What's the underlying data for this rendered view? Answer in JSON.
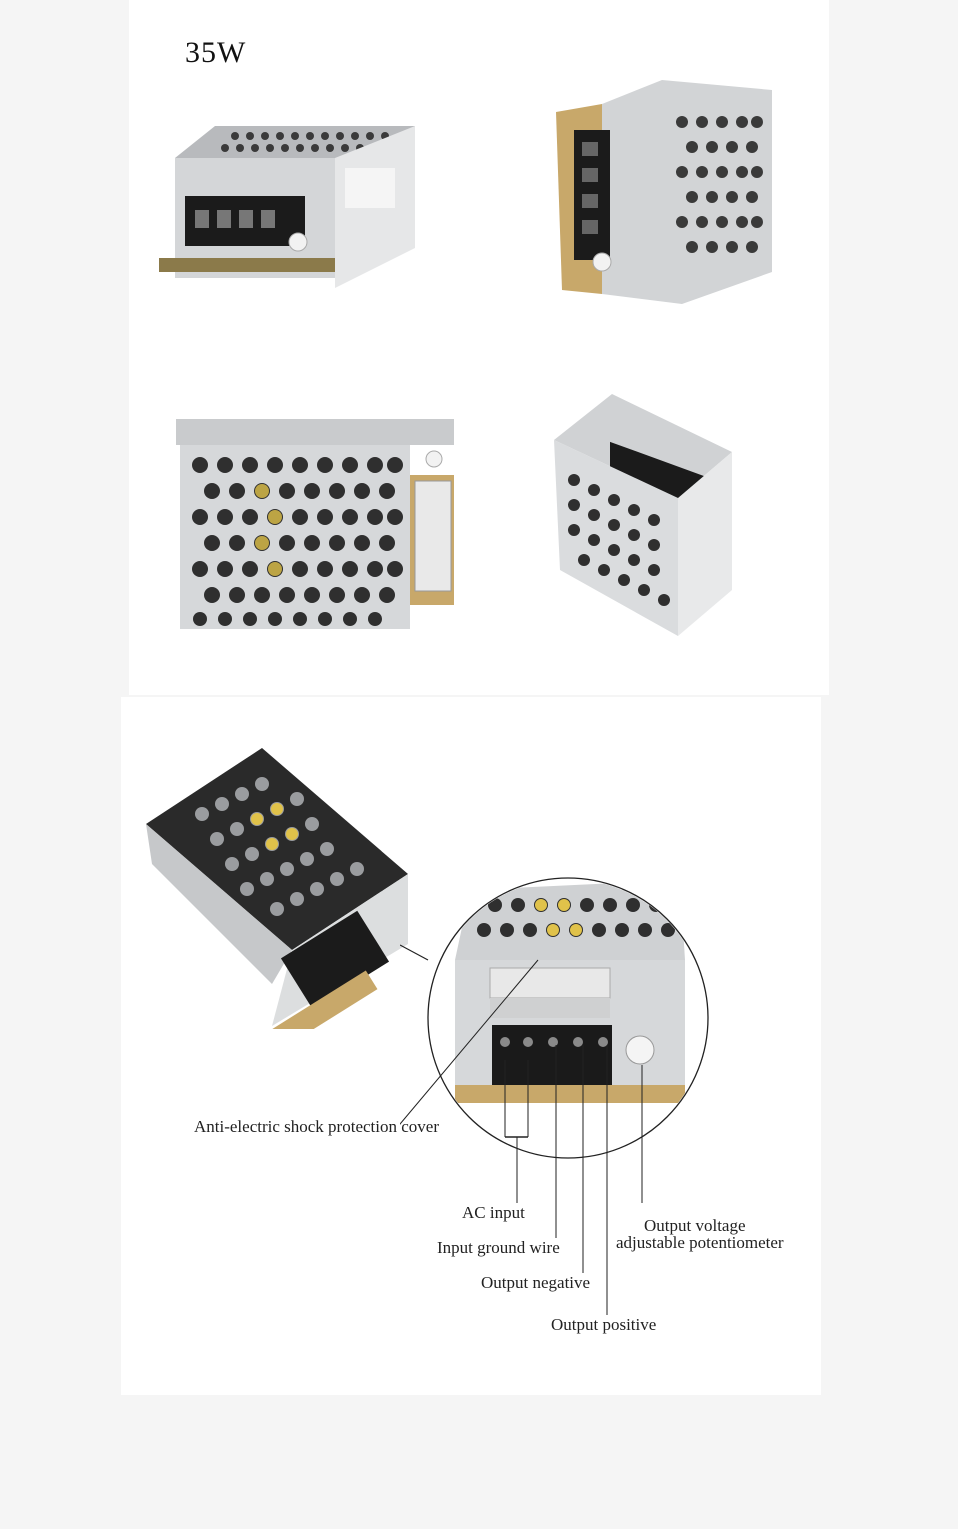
{
  "header": {
    "title": "35W"
  },
  "callouts": {
    "cover": "Anti-electric shock protection cover",
    "ac_input": "AC input",
    "ground": "Input ground wire",
    "neg": "Output negative",
    "pos": "Output positive",
    "pot_line1": "Output voltage",
    "pot_line2": "adjustable potentiometer"
  },
  "colors": {
    "metal": "#c9cbcd",
    "metal_dark": "#8e9194",
    "terminal": "#1a1a1a",
    "pcb": "#c8a86a",
    "label_fg": "#222222"
  }
}
